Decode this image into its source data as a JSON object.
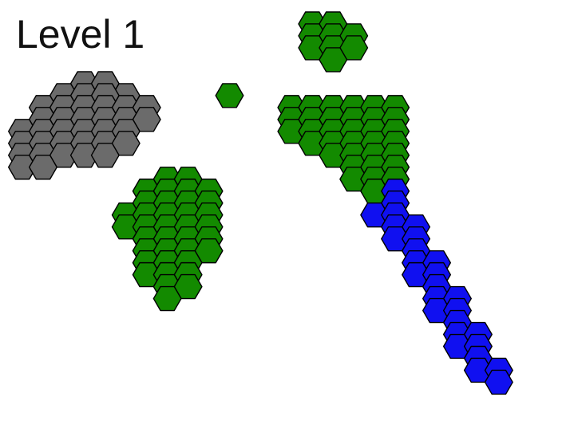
{
  "level_label": "Level 1",
  "colors": {
    "green": "#138a00",
    "gray": "#6b6b6b",
    "blue": "#1010f0",
    "outline": "#000000",
    "background": "#ffffff"
  },
  "regions": [
    {
      "name": "gray-region",
      "color": "gray",
      "cells": [
        [
          3,
          6
        ],
        [
          4,
          6
        ],
        [
          5,
          7
        ],
        [
          2,
          7
        ],
        [
          3,
          7
        ],
        [
          4,
          7
        ],
        [
          1,
          8
        ],
        [
          2,
          8
        ],
        [
          3,
          8
        ],
        [
          4,
          8
        ],
        [
          5,
          8
        ],
        [
          6,
          8
        ],
        [
          1,
          9
        ],
        [
          2,
          9
        ],
        [
          3,
          9
        ],
        [
          4,
          9
        ],
        [
          5,
          9
        ],
        [
          6,
          9
        ],
        [
          0,
          10
        ],
        [
          1,
          10
        ],
        [
          2,
          10
        ],
        [
          3,
          10
        ],
        [
          4,
          10
        ],
        [
          5,
          10
        ],
        [
          0,
          11
        ],
        [
          1,
          11
        ],
        [
          2,
          11
        ],
        [
          3,
          11
        ],
        [
          4,
          11
        ],
        [
          5,
          11
        ],
        [
          0,
          12
        ],
        [
          1,
          12
        ],
        [
          2,
          12
        ],
        [
          3,
          12
        ],
        [
          4,
          12
        ],
        [
          0,
          13
        ],
        [
          1,
          13
        ]
      ]
    },
    {
      "name": "green-left-region",
      "color": "green",
      "cells": [
        [
          7,
          14
        ],
        [
          8,
          14
        ],
        [
          6,
          15
        ],
        [
          7,
          15
        ],
        [
          8,
          15
        ],
        [
          9,
          15
        ],
        [
          6,
          16
        ],
        [
          7,
          16
        ],
        [
          8,
          16
        ],
        [
          9,
          16
        ],
        [
          5,
          17
        ],
        [
          6,
          17
        ],
        [
          7,
          17
        ],
        [
          8,
          17
        ],
        [
          9,
          17
        ],
        [
          5,
          18
        ],
        [
          6,
          18
        ],
        [
          7,
          18
        ],
        [
          8,
          18
        ],
        [
          9,
          18
        ],
        [
          6,
          19
        ],
        [
          7,
          19
        ],
        [
          8,
          19
        ],
        [
          9,
          19
        ],
        [
          6,
          20
        ],
        [
          7,
          20
        ],
        [
          8,
          20
        ],
        [
          9,
          20
        ],
        [
          6,
          21
        ],
        [
          7,
          21
        ],
        [
          8,
          21
        ],
        [
          6,
          22
        ],
        [
          7,
          22
        ],
        [
          8,
          22
        ],
        [
          7,
          23
        ],
        [
          8,
          23
        ],
        [
          7,
          24
        ]
      ]
    },
    {
      "name": "green-top-region",
      "color": "green",
      "cells": [
        [
          14,
          1
        ],
        [
          15,
          1
        ],
        [
          14,
          2
        ],
        [
          15,
          2
        ],
        [
          16,
          2
        ],
        [
          14,
          3
        ],
        [
          15,
          3
        ],
        [
          16,
          3
        ],
        [
          15,
          4
        ]
      ]
    },
    {
      "name": "green-dot-region",
      "color": "green",
      "cells": [
        [
          10,
          7
        ]
      ]
    },
    {
      "name": "green-right-region",
      "color": "green",
      "cells": [
        [
          13,
          8
        ],
        [
          14,
          8
        ],
        [
          15,
          8
        ],
        [
          16,
          8
        ],
        [
          17,
          8
        ],
        [
          18,
          8
        ],
        [
          13,
          9
        ],
        [
          14,
          9
        ],
        [
          15,
          9
        ],
        [
          16,
          9
        ],
        [
          17,
          9
        ],
        [
          18,
          9
        ],
        [
          13,
          10
        ],
        [
          14,
          10
        ],
        [
          15,
          10
        ],
        [
          16,
          10
        ],
        [
          17,
          10
        ],
        [
          18,
          10
        ],
        [
          14,
          11
        ],
        [
          15,
          11
        ],
        [
          16,
          11
        ],
        [
          17,
          11
        ],
        [
          18,
          11
        ],
        [
          15,
          12
        ],
        [
          16,
          12
        ],
        [
          17,
          12
        ],
        [
          18,
          12
        ],
        [
          16,
          13
        ],
        [
          17,
          13
        ],
        [
          18,
          13
        ],
        [
          16,
          14
        ],
        [
          17,
          14
        ],
        [
          18,
          14
        ],
        [
          17,
          15
        ]
      ]
    },
    {
      "name": "blue-region",
      "color": "blue",
      "cells": [
        [
          18,
          15
        ],
        [
          18,
          16
        ],
        [
          17,
          17
        ],
        [
          18,
          17
        ],
        [
          18,
          18
        ],
        [
          19,
          18
        ],
        [
          18,
          19
        ],
        [
          19,
          19
        ],
        [
          19,
          20
        ],
        [
          19,
          21
        ],
        [
          20,
          21
        ],
        [
          19,
          22
        ],
        [
          20,
          22
        ],
        [
          20,
          23
        ],
        [
          20,
          24
        ],
        [
          21,
          24
        ],
        [
          20,
          25
        ],
        [
          21,
          25
        ],
        [
          21,
          26
        ],
        [
          21,
          27
        ],
        [
          22,
          27
        ],
        [
          21,
          28
        ],
        [
          22,
          28
        ],
        [
          22,
          29
        ],
        [
          22,
          30
        ],
        [
          23,
          30
        ],
        [
          23,
          31
        ]
      ]
    }
  ]
}
